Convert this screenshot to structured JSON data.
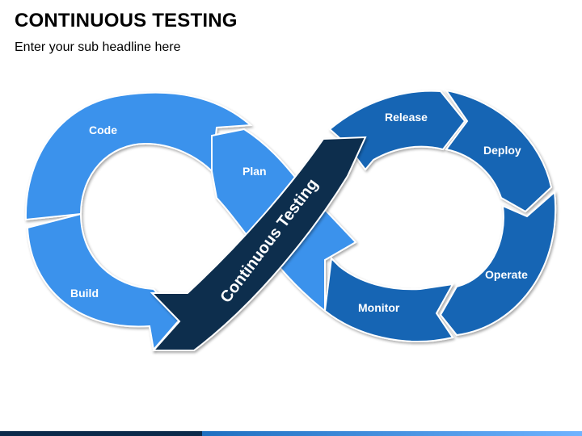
{
  "header": {
    "title": "CONTINUOUS TESTING",
    "subtitle": "Enter your sub headline here"
  },
  "diagram": {
    "center_label": "Continuous Testing",
    "segments": [
      {
        "id": "code",
        "label": "Code"
      },
      {
        "id": "plan",
        "label": "Plan"
      },
      {
        "id": "build",
        "label": "Build"
      },
      {
        "id": "release",
        "label": "Release"
      },
      {
        "id": "deploy",
        "label": "Deploy"
      },
      {
        "id": "operate",
        "label": "Operate"
      },
      {
        "id": "monitor",
        "label": "Monitor"
      }
    ]
  },
  "colors": {
    "left_loop": "#3a92ec",
    "left_loop_stroke": "#2a7fd8",
    "right_loop": "#1565b4",
    "right_loop_stroke": "#0f5aa6",
    "center_arrow": "#0e2e4e",
    "bar_dark": "#0b2a4a",
    "bar_accent": "#1e6fc0"
  }
}
